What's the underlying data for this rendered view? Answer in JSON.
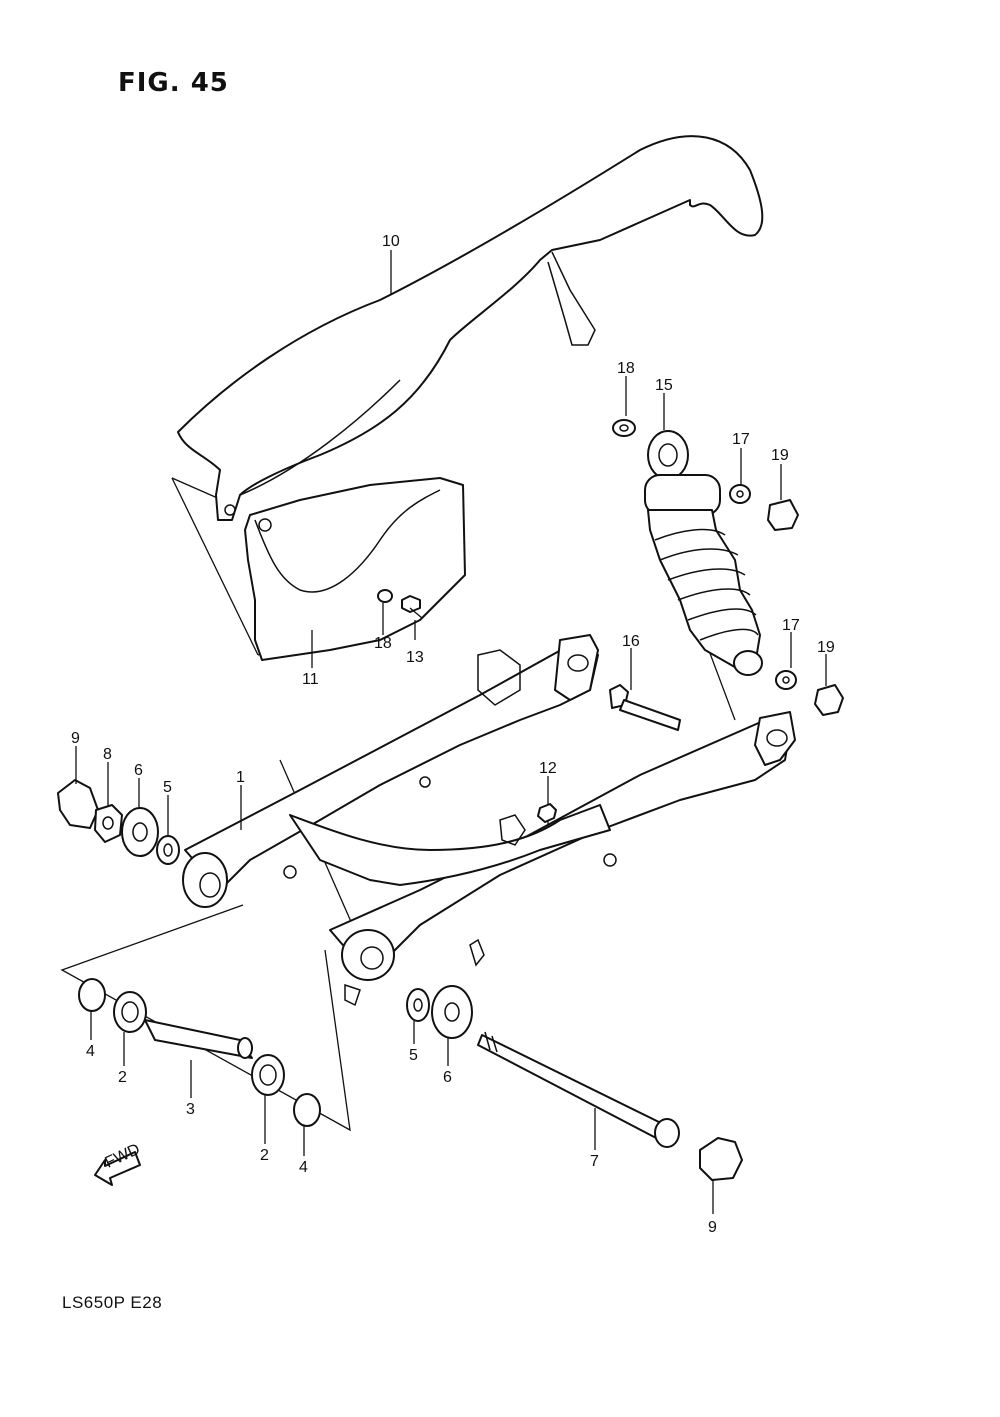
{
  "figure": {
    "title": "FIG. 45",
    "model_code": "LS650P  E28",
    "fwd_label": "FWD"
  },
  "callouts": [
    {
      "id": "c10a",
      "label": "10"
    },
    {
      "id": "c18a",
      "label": "18"
    },
    {
      "id": "c15",
      "label": "15"
    },
    {
      "id": "c17a",
      "label": "17"
    },
    {
      "id": "c19a",
      "label": "19"
    },
    {
      "id": "c18b",
      "label": "18"
    },
    {
      "id": "c13",
      "label": "13"
    },
    {
      "id": "c11",
      "label": "11"
    },
    {
      "id": "c16",
      "label": "16"
    },
    {
      "id": "c17b",
      "label": "17"
    },
    {
      "id": "c19b",
      "label": "19"
    },
    {
      "id": "c9a",
      "label": "9"
    },
    {
      "id": "c8",
      "label": "8"
    },
    {
      "id": "c6a",
      "label": "6"
    },
    {
      "id": "c5a",
      "label": "5"
    },
    {
      "id": "c1",
      "label": "1"
    },
    {
      "id": "c12",
      "label": "12"
    },
    {
      "id": "c4a",
      "label": "4"
    },
    {
      "id": "c2a",
      "label": "2"
    },
    {
      "id": "c3",
      "label": "3"
    },
    {
      "id": "c2b",
      "label": "2"
    },
    {
      "id": "c4b",
      "label": "4"
    },
    {
      "id": "c5b",
      "label": "5"
    },
    {
      "id": "c6b",
      "label": "6"
    },
    {
      "id": "c7",
      "label": "7"
    },
    {
      "id": "c9b",
      "label": "9"
    }
  ]
}
